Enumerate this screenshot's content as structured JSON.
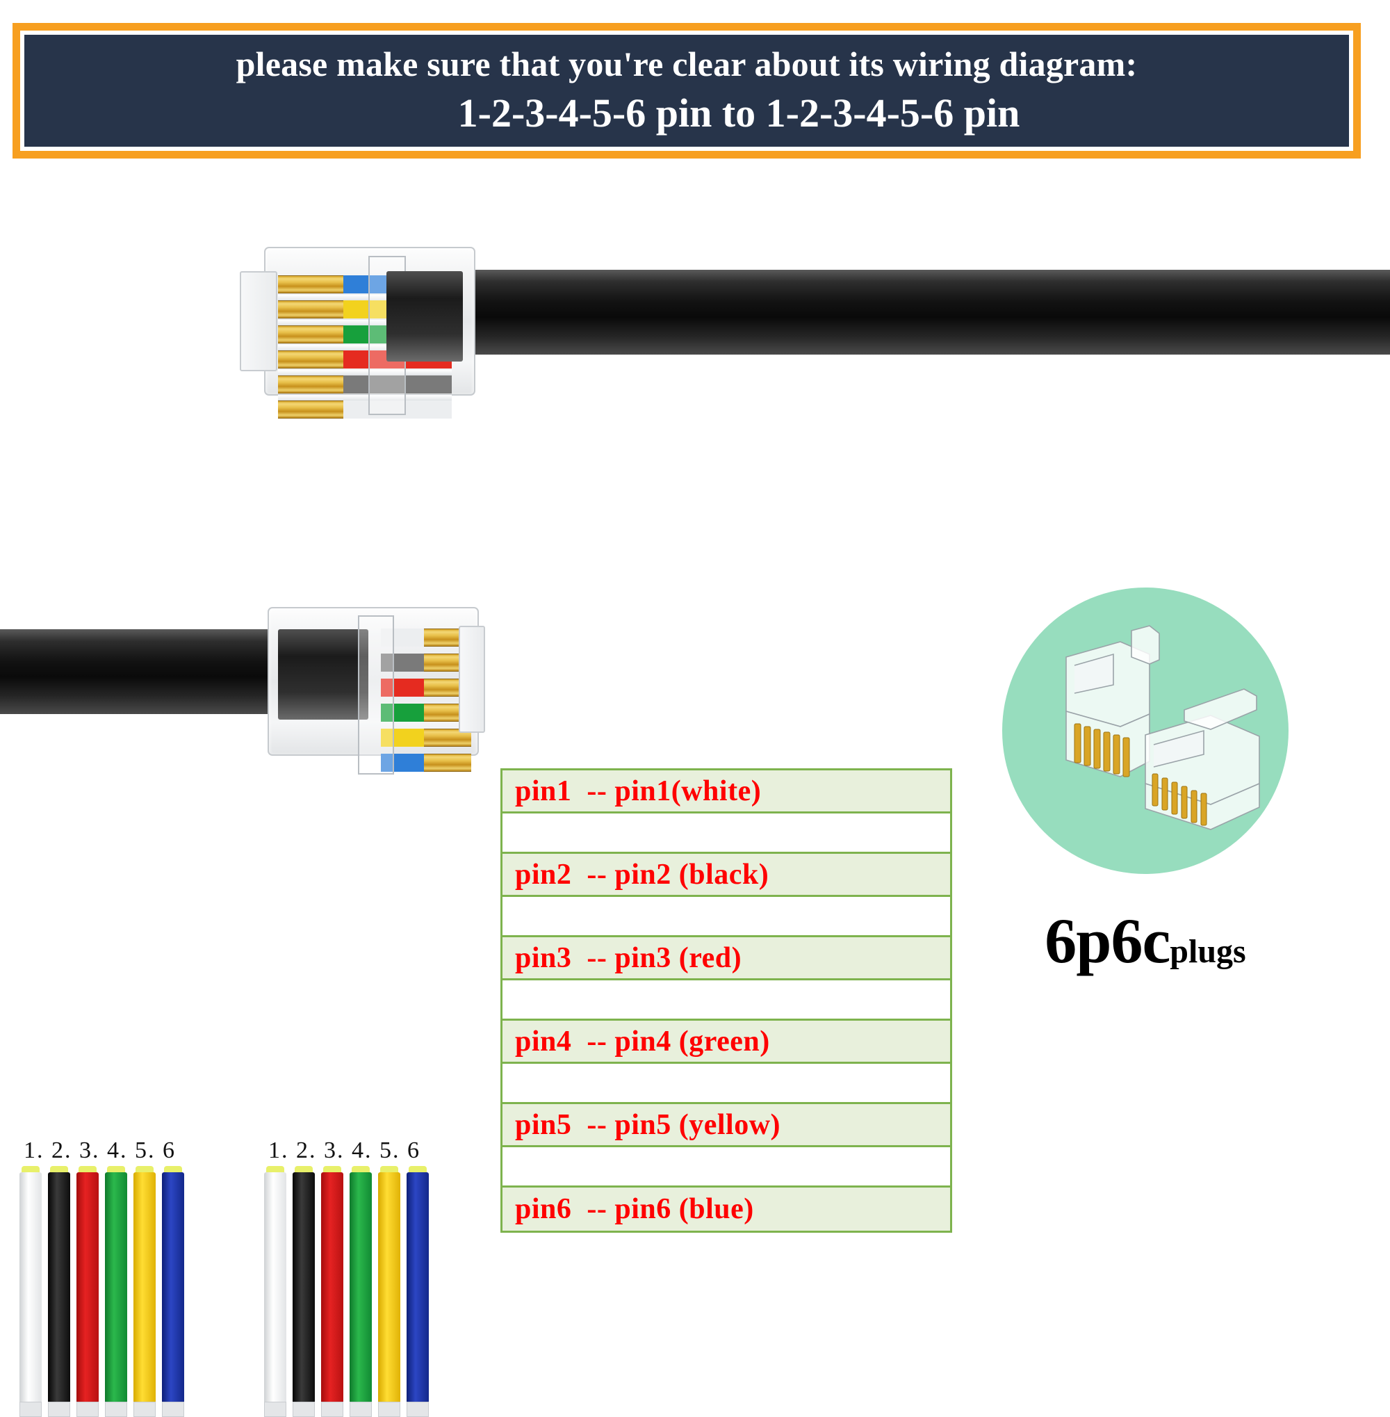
{
  "banner": {
    "line1": "please make sure that you're clear about its wiring diagram:",
    "line2": "1-2-3-4-5-6 pin to 1-2-3-4-5-6 pin",
    "border_color": "#F79F20",
    "background_color": "#27344A",
    "text_color": "#FFFFFF"
  },
  "pin_table": {
    "border_color": "#7EB34E",
    "row_background": "#E8F0DC",
    "text_color": "#FF0000",
    "rows": [
      {
        "text": "pin1  -- pin1(white)"
      },
      {
        "text": "pin2  -- pin2 (black)"
      },
      {
        "text": "pin3  -- pin3 (red)"
      },
      {
        "text": "pin4  -- pin4 (green)"
      },
      {
        "text": "pin5  -- pin5 (yellow)"
      },
      {
        "text": "pin6  -- pin6 (blue)"
      }
    ]
  },
  "product": {
    "circle_color": "#97DDBE",
    "label_main": "6p6c",
    "label_sub": "plugs"
  },
  "wire_bundles": {
    "pin_number_label": "1. 2. 3. 4. 5. 6",
    "colors": [
      "#F2F2F2",
      "#1A1A1A",
      "#D81212",
      "#189A3A",
      "#F0C808",
      "#16329B"
    ],
    "color_names": [
      "white",
      "black",
      "red",
      "green",
      "yellow",
      "blue"
    ]
  },
  "connectors": {
    "top": {
      "name": "rj11-connector-top",
      "wire_order_top_to_bottom": [
        "blue",
        "yellow",
        "green",
        "red",
        "black",
        "white"
      ],
      "wire_hex": [
        "#2F7FD8",
        "#F2D21E",
        "#17A03C",
        "#E52B20",
        "#6E6E6E",
        "#E9EBED"
      ]
    },
    "bottom": {
      "name": "rj11-connector-bottom",
      "wire_order_top_to_bottom": [
        "white",
        "black",
        "red",
        "green",
        "yellow",
        "blue"
      ],
      "wire_hex": [
        "#E9EBED",
        "#6E6E6E",
        "#E52B20",
        "#17A03C",
        "#F2D21E",
        "#2F7FD8"
      ]
    }
  }
}
